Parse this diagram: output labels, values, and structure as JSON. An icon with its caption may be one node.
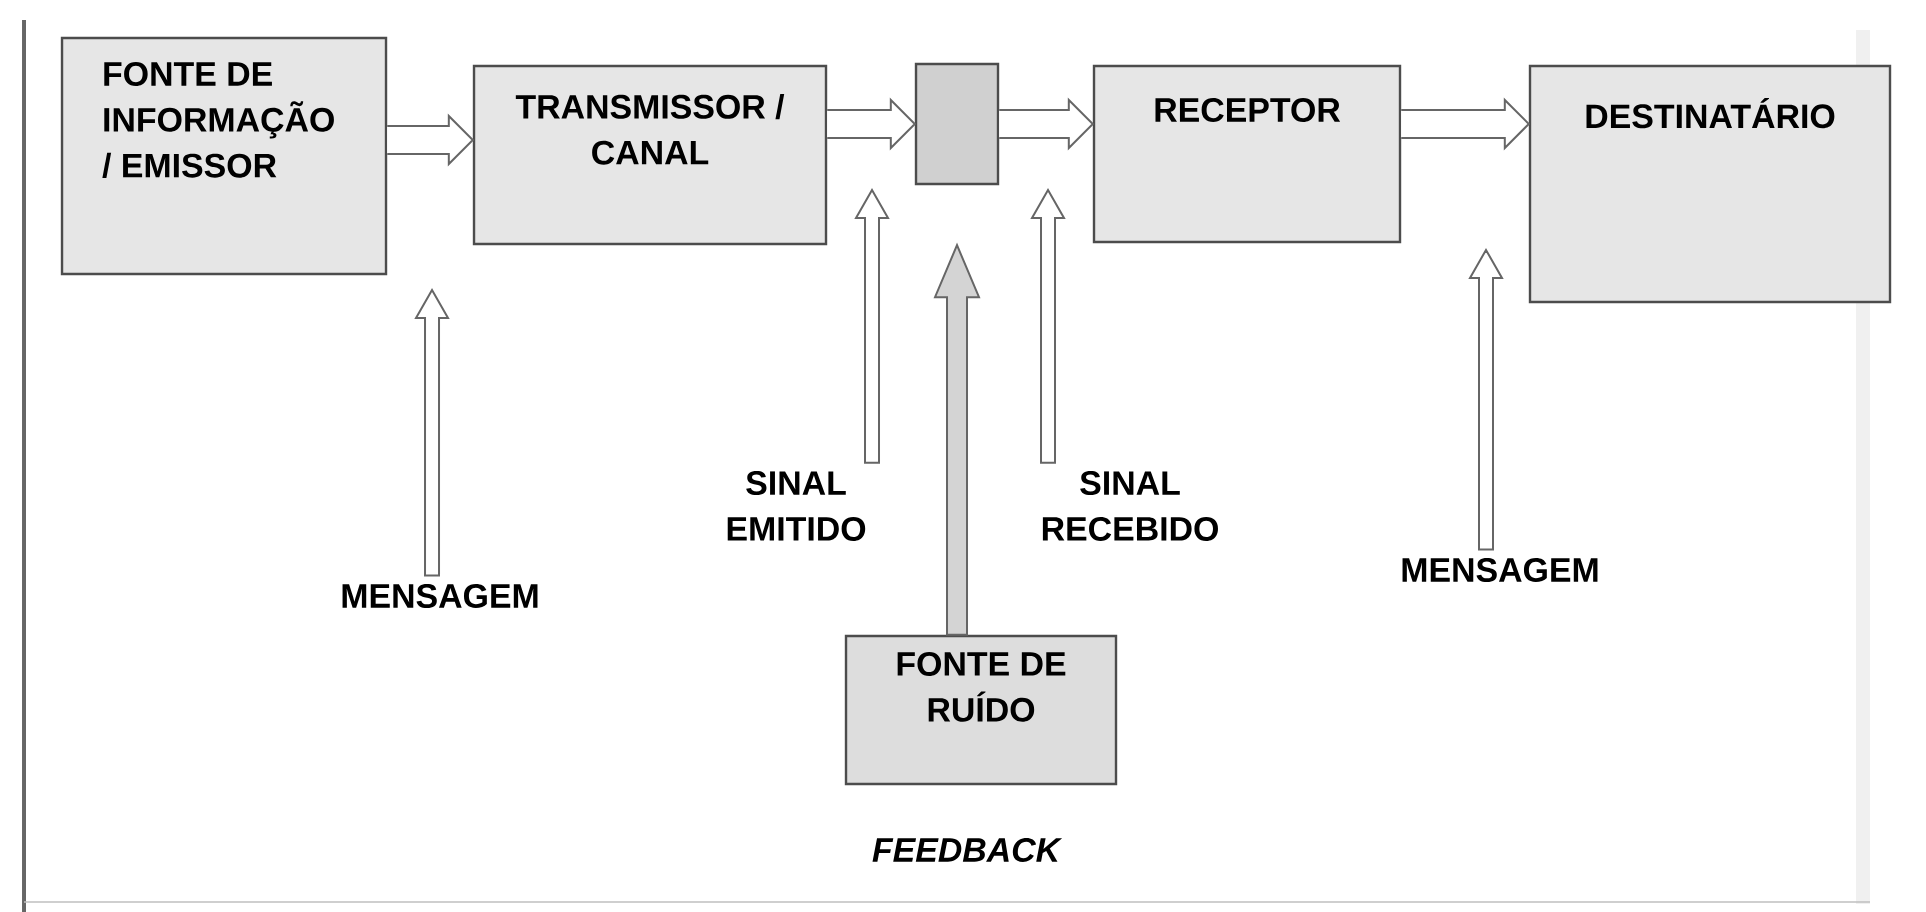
{
  "diagram": {
    "nodes": [
      {
        "text": [
          "FONTE DE INFORMAÇÃO / EMISSOR"
        ]
      },
      {
        "text": [
          "TRANSMISSOR / CANAL"
        ]
      },
      {
        "text": [],
        "shape": "box"
      },
      {
        "text": [
          "RECEPTOR"
        ]
      },
      {
        "text": [
          "DESTINATÁRIO"
        ]
      },
      {
        "text": [
          "FONTE DE RUÍDO"
        ]
      },
      {
        "text": [
          "MENSAGEM"
        ]
      },
      {
        "text": [
          "SINAL EMITIDO"
        ]
      },
      {
        "text": [
          "SINAL RECEBIDO"
        ]
      },
      {
        "text": [
          "MENSAGEM"
        ]
      }
    ],
    "edges": [
      {
        "from": 0,
        "to": 1,
        "arrow": "to"
      },
      {
        "from": 1,
        "to": 2,
        "arrow": "to"
      },
      {
        "from": 2,
        "to": 3,
        "arrow": "to"
      },
      {
        "from": 3,
        "to": 4,
        "arrow": "to"
      },
      {
        "from": 5,
        "to": 2,
        "arrow": "to",
        "style": "thick",
        "color": "#d4d4d4"
      },
      {
        "from": 6,
        "to": null,
        "arrow": "to"
      },
      {
        "from": 7,
        "to": null,
        "arrow": "to"
      },
      {
        "from": 8,
        "to": null,
        "arrow": "to"
      },
      {
        "from": 9,
        "to": null,
        "arrow": "to"
      }
    ],
    "labels": [
      "FEEDBACK"
    ]
  }
}
